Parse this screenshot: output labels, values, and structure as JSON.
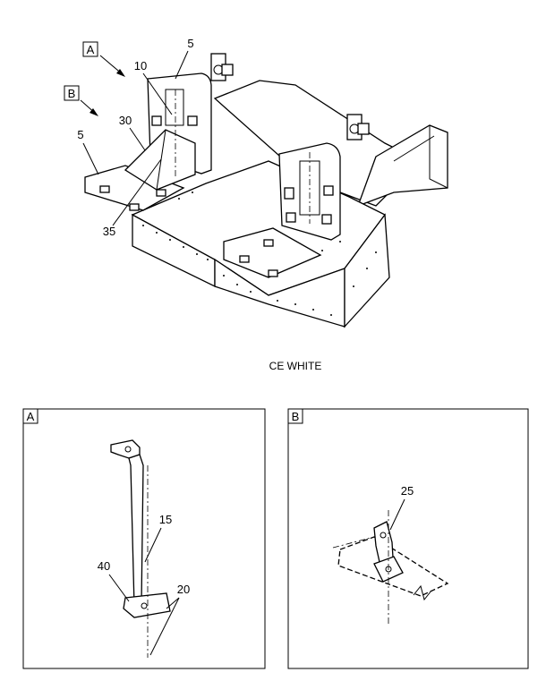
{
  "main_view": {
    "caption": "CE WHITE",
    "view_tags": [
      "A",
      "B"
    ],
    "callouts": [
      "5",
      "10",
      "30",
      "5",
      "35"
    ]
  },
  "detail_a": {
    "tag": "A",
    "callouts": [
      "15",
      "40",
      "20"
    ]
  },
  "detail_b": {
    "tag": "B",
    "callouts": [
      "25"
    ]
  },
  "colors": {
    "line": "#000000",
    "background": "#ffffff"
  }
}
